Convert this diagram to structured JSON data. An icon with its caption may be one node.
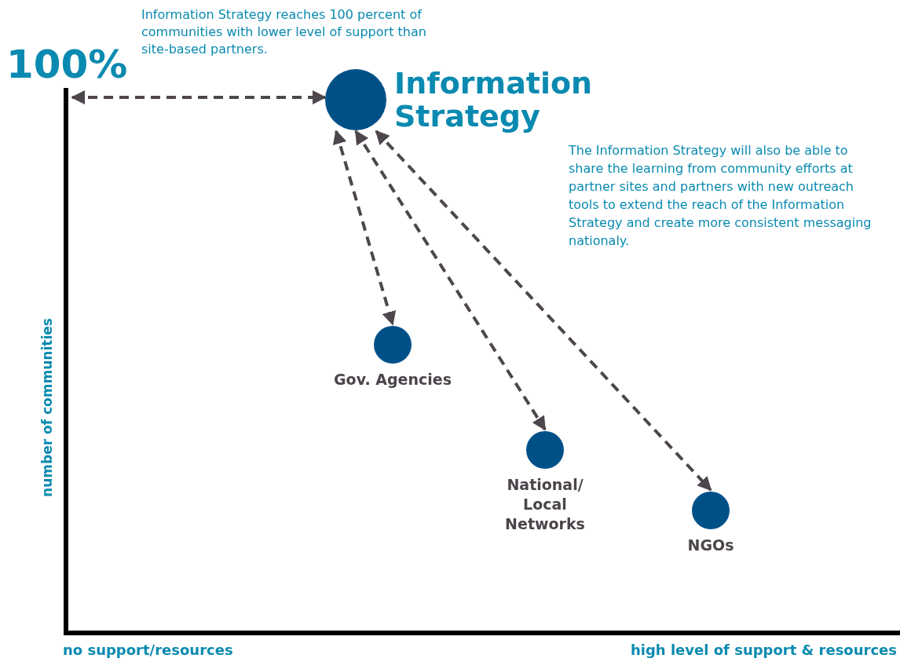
{
  "diagram": {
    "nodes": [
      {
        "text": [
          "Information Strategy"
        ]
      },
      {
        "text": [
          "Gov. Agencies"
        ]
      },
      {
        "text": [
          "National/ Local Networks"
        ]
      },
      {
        "text": [
          "NGOs"
        ]
      }
    ],
    "edges": [
      {
        "from": null,
        "to": 0,
        "arrow": "both",
        "style": "dashed"
      },
      {
        "from": 0,
        "to": 1,
        "arrow": "both",
        "style": "dashed"
      },
      {
        "from": 0,
        "to": 2,
        "arrow": "both",
        "style": "dashed"
      },
      {
        "from": 0,
        "to": 3,
        "arrow": "both",
        "style": "dashed"
      }
    ],
    "labels": [
      "100%",
      "Information Strategy reaches 100 percent of communities with lower level of support than site-based partners.",
      "The Information Strategy will also be able to share the learning from community efforts at partner sites and partners with new outreach tools to extend the reach of the Information Strategy and create more consistent messaging nationaly.",
      "number of communities",
      "no support/resources",
      "high level of support & resources"
    ]
  }
}
